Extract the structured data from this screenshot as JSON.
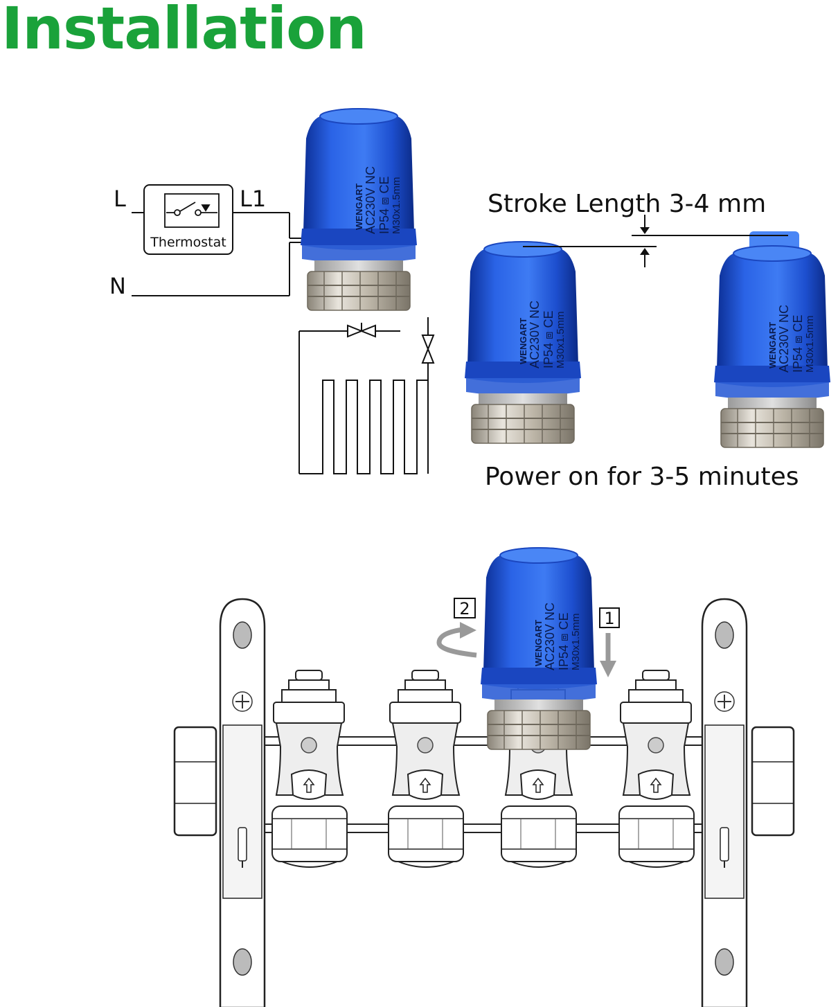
{
  "title": "Installation",
  "colors": {
    "title_green": "#1aa23a",
    "actuator_blue": "#1c4fd0",
    "actuator_dark": "#0c2f96",
    "nut_silver": "#c9c3b8",
    "line": "#111111"
  },
  "wiring": {
    "label_l": "L",
    "label_l1": "L1",
    "label_n": "N",
    "thermostat": "Thermostat"
  },
  "actuator_print": {
    "brand": "WENGART",
    "line1": "AC230V NC",
    "line2": "IP54 ⧈ CE",
    "line3": "M30x1.5mm"
  },
  "stroke_label": "Stroke Length 3-4 mm",
  "power_label": "Power on for 3-5 minutes",
  "steps": {
    "step1": "1",
    "step2": "2"
  }
}
